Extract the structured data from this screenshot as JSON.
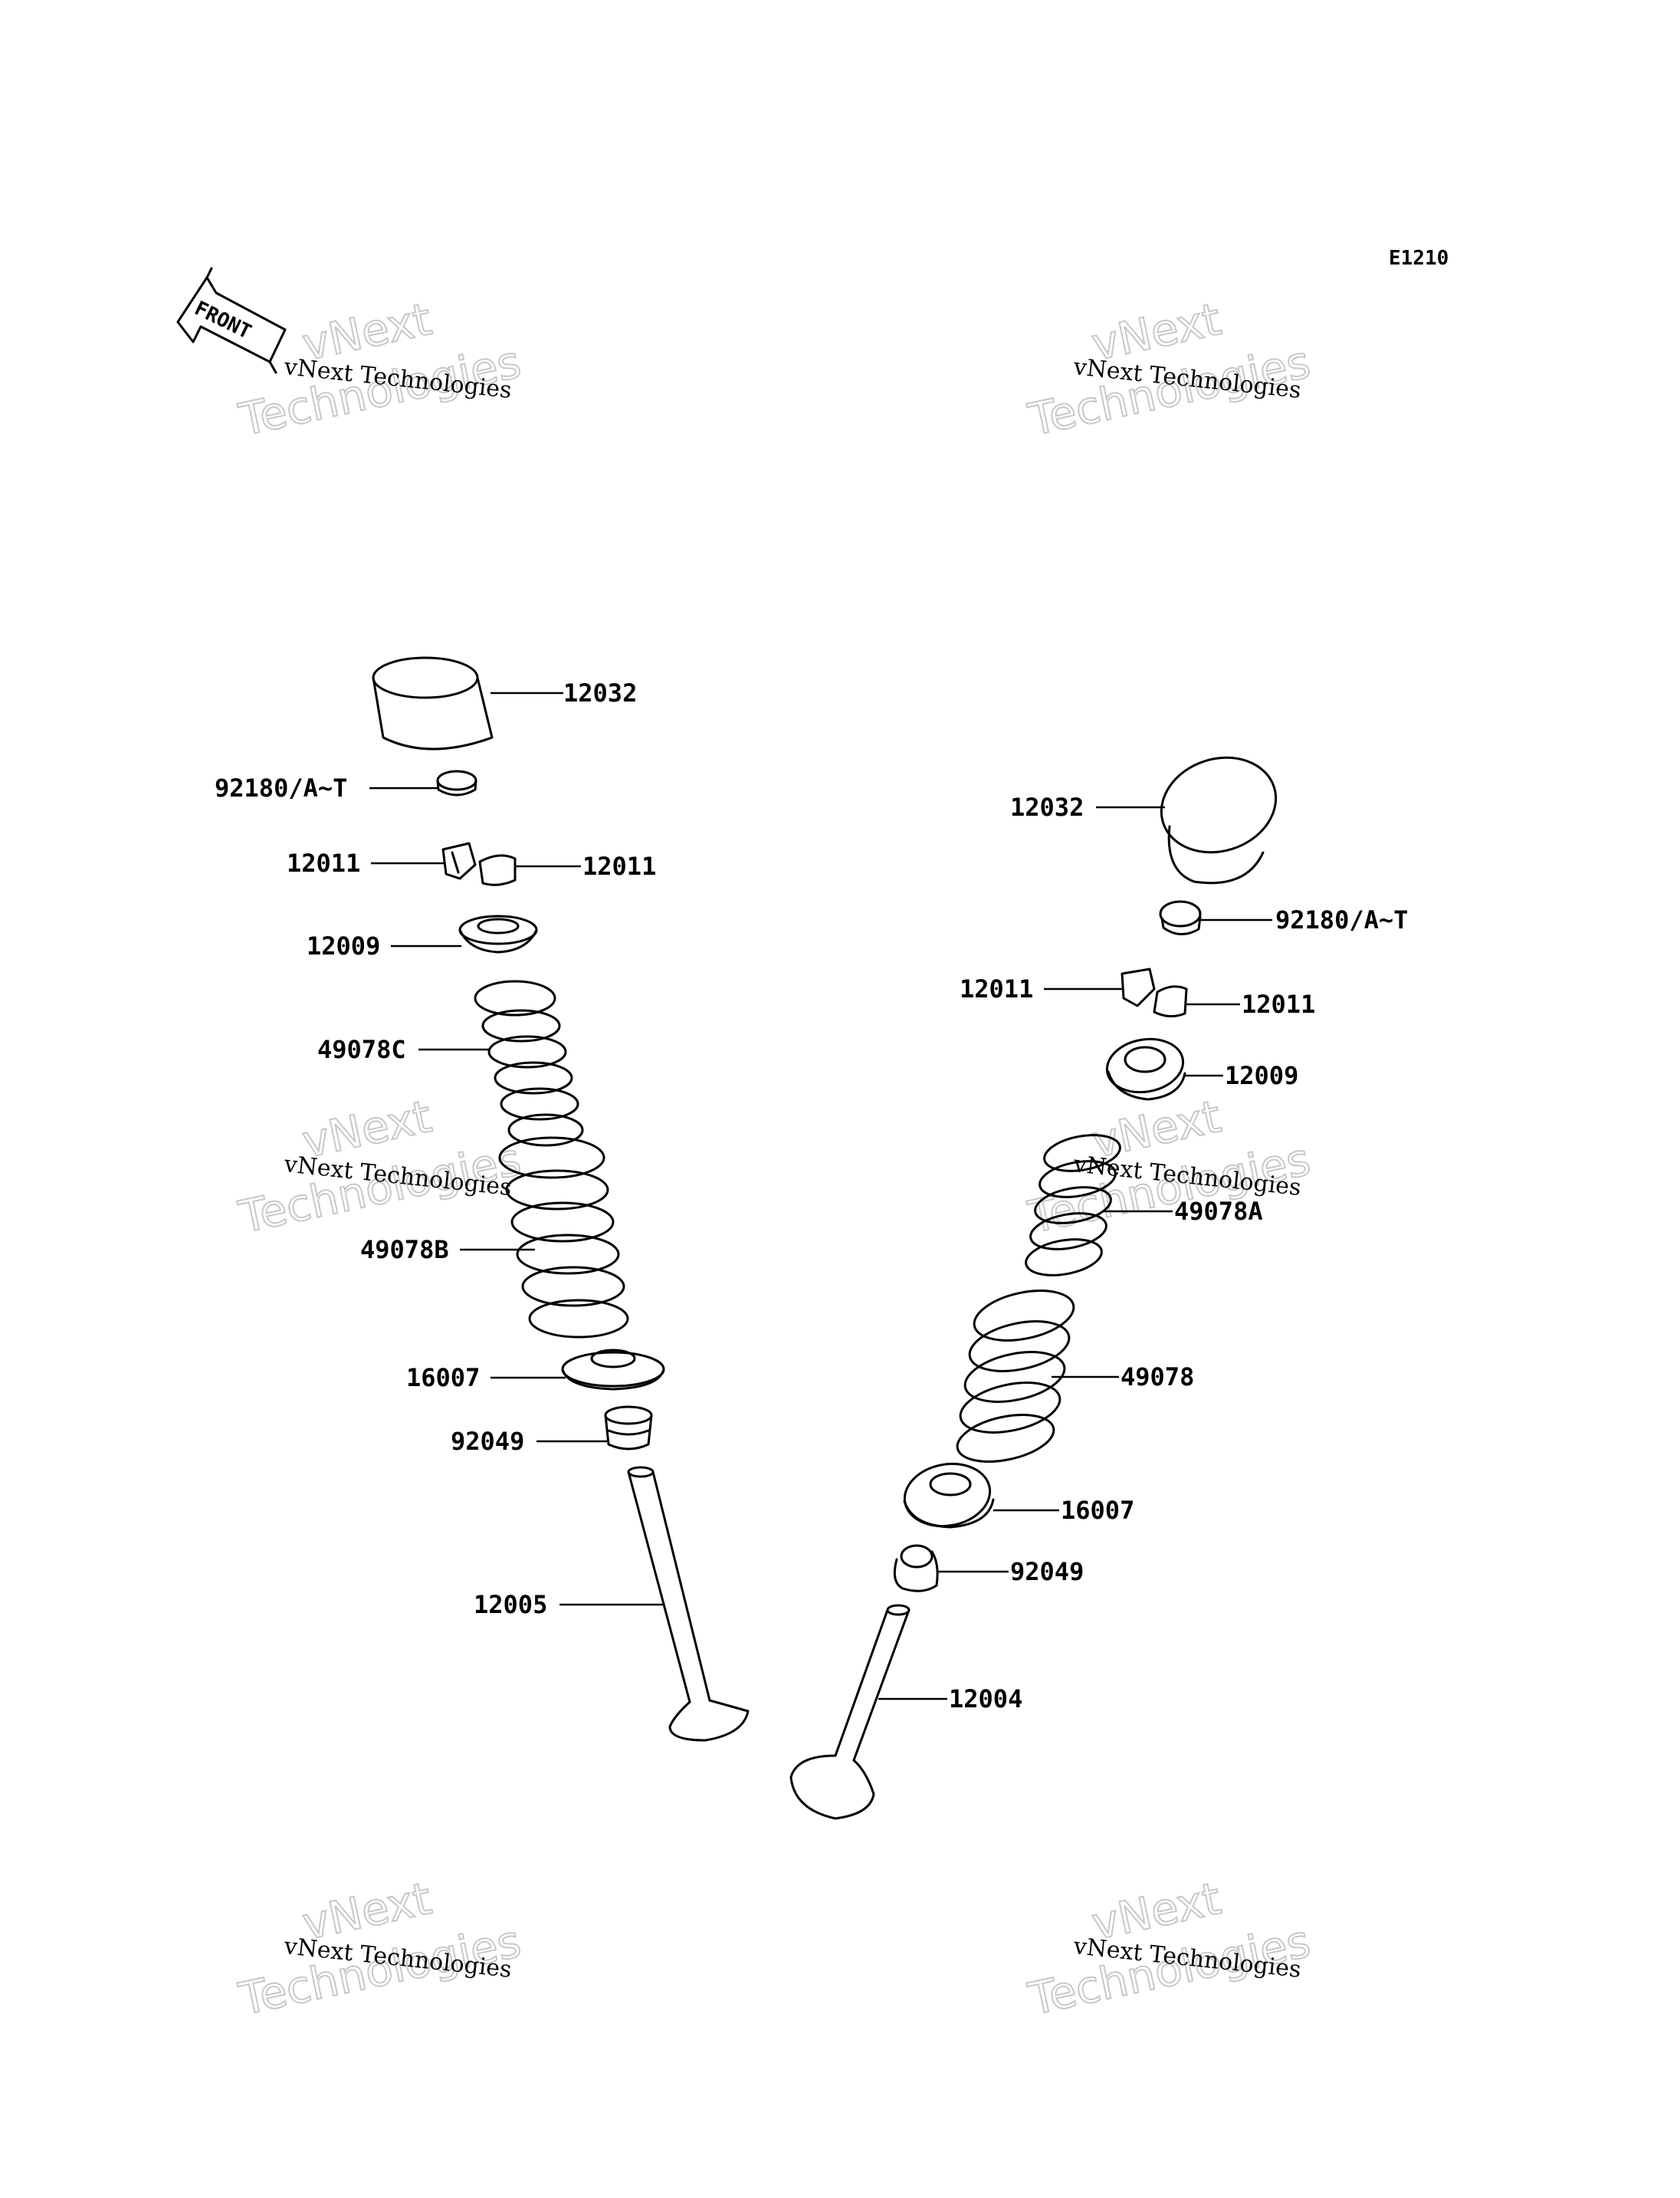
{
  "diagram_code": "E1210",
  "front_label": "FRONT",
  "watermark": {
    "line1": "vNext",
    "line2": "Technologies",
    "caption": "vNext Technologies"
  },
  "parts": {
    "p12032_left": "12032",
    "p92180_left": "92180/A~T",
    "p12011_left_a": "12011",
    "p12011_left_b": "12011",
    "p12009_left": "12009",
    "p49078c": "49078C",
    "p49078b": "49078B",
    "p16007_left": "16007",
    "p92049_left": "92049",
    "p12005": "12005",
    "p12032_right": "12032",
    "p92180_right": "92180/A~T",
    "p12011_right_a": "12011",
    "p12011_right_b": "12011",
    "p12009_right": "12009",
    "p49078a": "49078A",
    "p49078": "49078",
    "p16007_right": "16007",
    "p92049_right": "92049",
    "p12004": "12004"
  }
}
